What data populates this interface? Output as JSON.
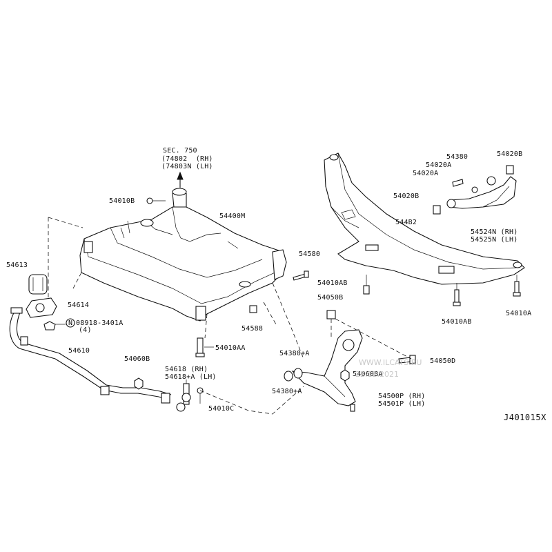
{
  "diagram_code": "J401015X",
  "watermark": [
    "WWW.ILCATS.RU",
    "22.12.2021"
  ],
  "sec": {
    "title": "SEC. 750",
    "line_rh": "(74802  (RH)",
    "line_lh": "(74803N (LH)"
  },
  "labels": {
    "p54010B": "54010B",
    "p54400M": "54400M",
    "p54580": "54580",
    "p54010AA": "54010AA",
    "p54588": "54588",
    "p54613": "54613",
    "p54614": "54614",
    "p08918": "08918-3401A",
    "p08918_qty": "(4)",
    "p08918_circle": "N",
    "p54610": "54610",
    "p54060B": "54060B",
    "p54618": "54618 (RH)",
    "p54618A": "54618+A (LH)",
    "p54010C": "54010C",
    "p54380A_1": "54380+A",
    "p54380A_2": "54380+A",
    "p54060BA": "54060BA",
    "p54050B": "54050B",
    "p54050D": "54050D",
    "p54500P": "54500P (RH)",
    "p54501P": "54501P (LH)",
    "p54482": "544B2",
    "p54010AB_1": "54010AB",
    "p54010AB_2": "54010AB",
    "p54010A": "54010A",
    "p54380": "54380",
    "p54020A": "54020A",
    "p54020A_2": "54020A",
    "p54020B_1": "54020B",
    "p54020B_2": "54020B",
    "p54524N": "54524N (RH)",
    "p54525N": "54525N (LH)"
  }
}
